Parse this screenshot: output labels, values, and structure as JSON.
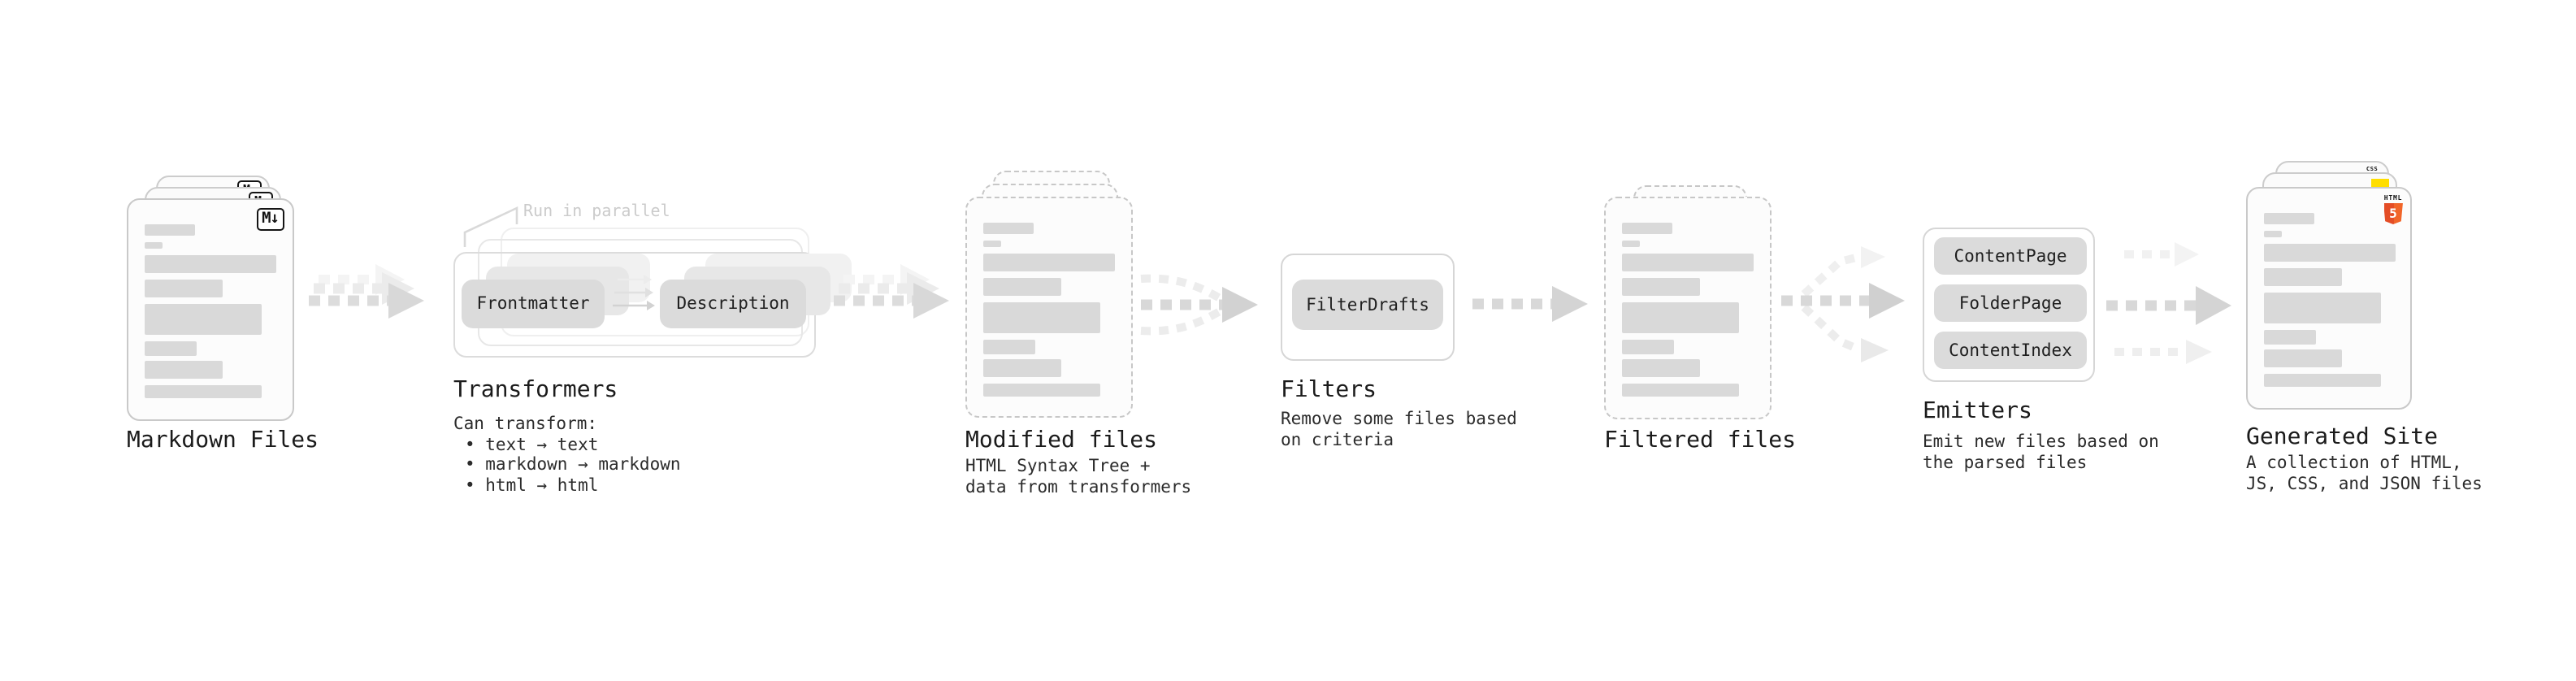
{
  "diagram": {
    "stages": {
      "markdown_files": {
        "label": "Markdown Files",
        "file_badge": "M↓"
      },
      "transformers": {
        "label": "Transformers",
        "note": "Run in parallel",
        "pills": [
          "Frontmatter",
          "Description"
        ],
        "body_title": "Can transform:",
        "bullets": [
          "• text → text",
          "• markdown → markdown",
          "• html → html"
        ]
      },
      "modified_files": {
        "label": "Modified files",
        "sublabel_lines": [
          "HTML Syntax Tree +",
          "data from transformers"
        ]
      },
      "filters": {
        "label": "Filters",
        "pill": "FilterDrafts",
        "sublabel_lines": [
          "Remove some files based",
          "on criteria"
        ]
      },
      "filtered_files": {
        "label": "Filtered files"
      },
      "emitters": {
        "label": "Emitters",
        "pills": [
          "ContentPage",
          "FolderPage",
          "ContentIndex"
        ],
        "sublabel_lines": [
          "Emit new files based on",
          "the parsed files"
        ]
      },
      "generated_site": {
        "label": "Generated Site",
        "sublabel_lines": [
          "A collection of HTML,",
          "JS, CSS, and JSON files"
        ],
        "badges": {
          "css": "CSS",
          "html_word": "HTML",
          "html_number": "5"
        }
      }
    },
    "colors": {
      "html5_orange": "#e44d26",
      "js_yellow": "#ffde00",
      "css_blue": "#2c5fe8",
      "bar_gray": "#d9d9d9",
      "pill_gray": "#dbdbdb",
      "arrow_gray": "#d8d8d8"
    }
  }
}
